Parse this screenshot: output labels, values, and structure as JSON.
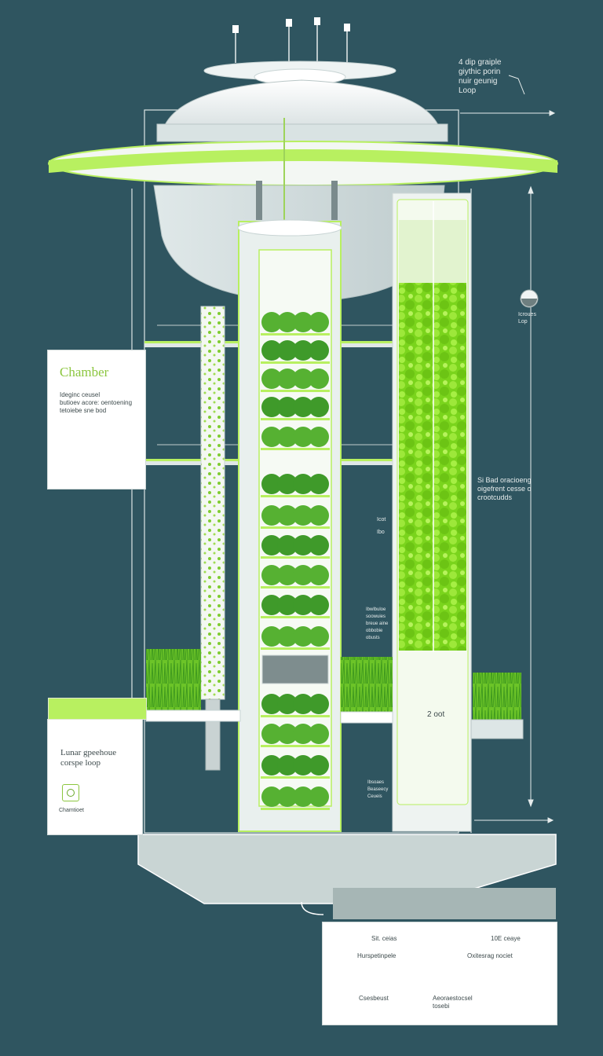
{
  "diagram": {
    "top_right_note": "4 dip graiple\ngiythic porin\nnuir geunig\nLoop",
    "right_small_label": "Icroues\nLop",
    "right_mid_label": "Si Bad oracioeng\noigefrent cesse o\ncrootcudds",
    "inner_label_1": "Icot\nIbo",
    "inner_label_2": "Ibwlbuloe\nsoowuies\nbreue aine\nobbobie\nobusts",
    "inner_label_3": "Ibsoaes\nBeaseecy\nCeueis",
    "tank_label": "2 oot",
    "chamber": {
      "title": "Chamber",
      "description": "Ideginc ceusel\nbutioev acore: oentoening\ntetoiebe sne bod"
    },
    "lunar": {
      "title": "Lunar gpeehoue\ncorspe loop",
      "icon_label": "Chamtioet"
    },
    "legend": {
      "top_left": "Sit. ceias",
      "top_right": "10E ceaye",
      "row1_left": "Hurspetinpele",
      "row1_right": "Oxitesrag nociet",
      "row2_left": "Csesbeust",
      "row2_right": "Aeoraestocsel\ntosebi"
    },
    "colors": {
      "background": "#2f5560",
      "accent_green": "#8cc63f",
      "bright_green": "#7fe020",
      "plant_green": "#3f9a2a",
      "panel_white": "#ffffff"
    }
  }
}
